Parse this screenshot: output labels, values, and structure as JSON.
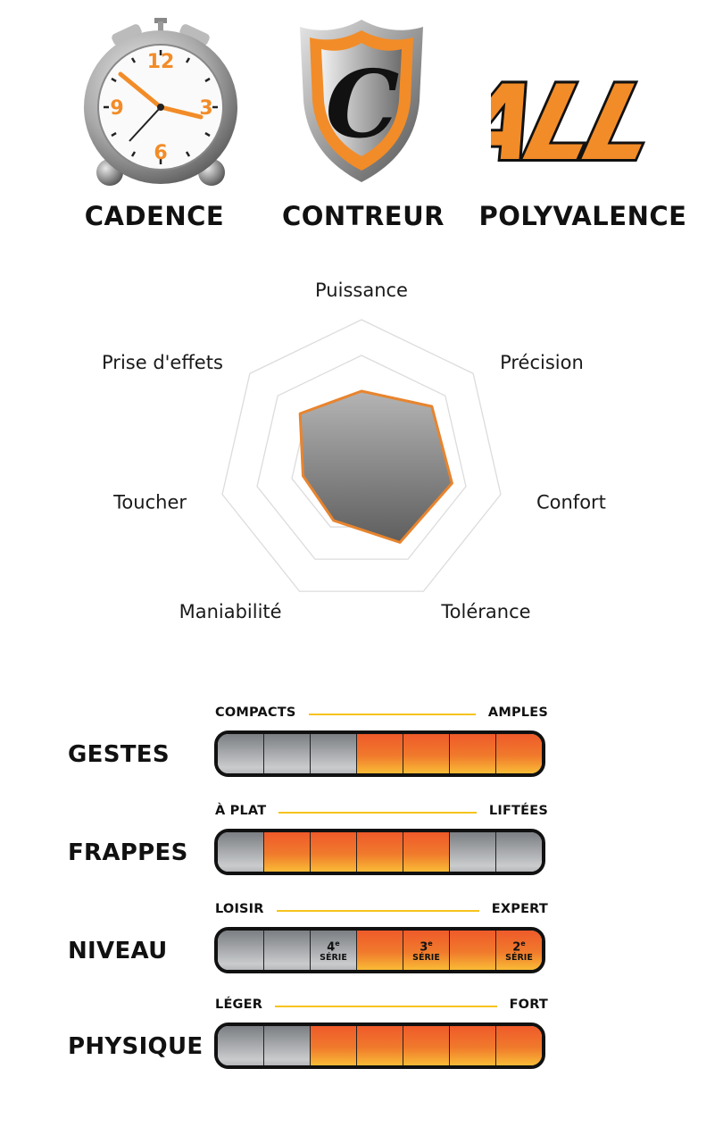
{
  "badges": [
    {
      "label": "CADENCE",
      "icon": "alarm-clock-icon"
    },
    {
      "label": "CONTREUR",
      "icon": "shield-c-icon"
    },
    {
      "label": "POLYVALENCE",
      "icon": "all-text-logo",
      "logo_text": "ALL"
    }
  ],
  "clock": {
    "numbers": [
      "12",
      "3",
      "6",
      "9"
    ]
  },
  "shield": {
    "letter": "C"
  },
  "colors": {
    "accent": "#f28c28",
    "radar_stroke": "#e8842e",
    "scale_line": "#f5c31b"
  },
  "chart_data": {
    "type": "radar",
    "axes": [
      "Puissance",
      "Précision",
      "Confort",
      "Tolérance",
      "Maniabilité",
      "Toucher",
      "Prise d'effets"
    ],
    "series": [
      {
        "values": [
          0.5,
          0.63,
          0.65,
          0.62,
          0.45,
          0.42,
          0.55
        ]
      }
    ],
    "range": [
      0,
      1
    ],
    "rings": 4,
    "grid": true
  },
  "scales": [
    {
      "title": "GESTES",
      "left": "COMPACTS",
      "right": "AMPLES",
      "filled": [
        false,
        false,
        false,
        true,
        true,
        true,
        true
      ]
    },
    {
      "title": "FRAPPES",
      "left": "À PLAT",
      "right": "LIFTÉES",
      "filled": [
        false,
        true,
        true,
        true,
        true,
        false,
        false
      ]
    },
    {
      "title": "NIVEAU",
      "left": "LOISIR",
      "right": "EXPERT",
      "filled": [
        false,
        false,
        false,
        true,
        true,
        true,
        true
      ],
      "markers": [
        {
          "segment": 2,
          "num": "4",
          "sup": "e",
          "text": "SÉRIE"
        },
        {
          "segment": 4,
          "num": "3",
          "sup": "e",
          "text": "SÉRIE"
        },
        {
          "segment": 6,
          "num": "2",
          "sup": "e",
          "text": "SÉRIE"
        }
      ]
    },
    {
      "title": "PHYSIQUE",
      "left": "LÉGER",
      "right": "FORT",
      "filled": [
        false,
        false,
        true,
        true,
        true,
        true,
        true
      ]
    }
  ]
}
